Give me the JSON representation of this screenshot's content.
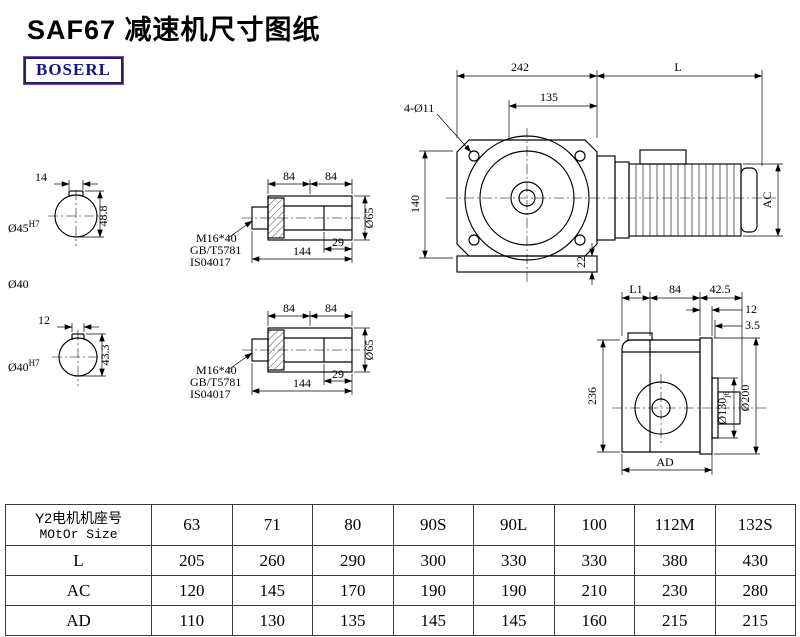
{
  "page": {
    "title": "SAF67 减速机尺寸图纸",
    "logo": "BOSERL"
  },
  "colors": {
    "ink": "#000000",
    "logo_text": "#14147e",
    "logo_border": "#23235e"
  },
  "drawing": {
    "main": {
      "d242": "242",
      "dL": "L",
      "holes": "4-Ø11",
      "d135": "135",
      "d140": "140",
      "d22": "22",
      "dAC": "AC"
    },
    "shaft1": {
      "d14": "14",
      "bore": "Ø45",
      "tol": "H7",
      "d488": "48.8",
      "label40": "Ø40"
    },
    "shaft2": {
      "d12": "12",
      "bore": "Ø40",
      "tol": "H7",
      "d433": "43.3"
    },
    "hollow1": {
      "d84a": "84",
      "d84b": "84",
      "d29": "29",
      "d144": "144",
      "d65": "Ø65",
      "bolt1": "M16*40",
      "bolt2": "GB/T5781",
      "bolt3": "IS04017"
    },
    "hollow2": {
      "d84a": "84",
      "d84b": "84",
      "d29": "29",
      "d144": "144",
      "d65": "Ø65",
      "bolt1": "M16*40",
      "bolt2": "GB/T5781",
      "bolt3": "IS04017"
    },
    "side": {
      "dL1": "L1",
      "d84": "84",
      "d425": "42.5",
      "d12": "12",
      "d35": "3.5",
      "d236": "236",
      "d130": "Ø130",
      "d130tol": "j6",
      "d200": "Ø200",
      "dAD": "AD"
    }
  },
  "table": {
    "header": {
      "line1": "Y2电机机座号",
      "line2": "MOtOr Size"
    },
    "sizes": [
      "63",
      "71",
      "80",
      "90S",
      "90L",
      "100",
      "112M",
      "132S"
    ],
    "rows": [
      {
        "label": "L",
        "values": [
          "205",
          "260",
          "290",
          "300",
          "330",
          "330",
          "380",
          "430"
        ]
      },
      {
        "label": "AC",
        "values": [
          "120",
          "145",
          "170",
          "190",
          "190",
          "210",
          "230",
          "280"
        ]
      },
      {
        "label": "AD",
        "values": [
          "110",
          "130",
          "135",
          "145",
          "145",
          "160",
          "215",
          "215"
        ]
      }
    ]
  }
}
